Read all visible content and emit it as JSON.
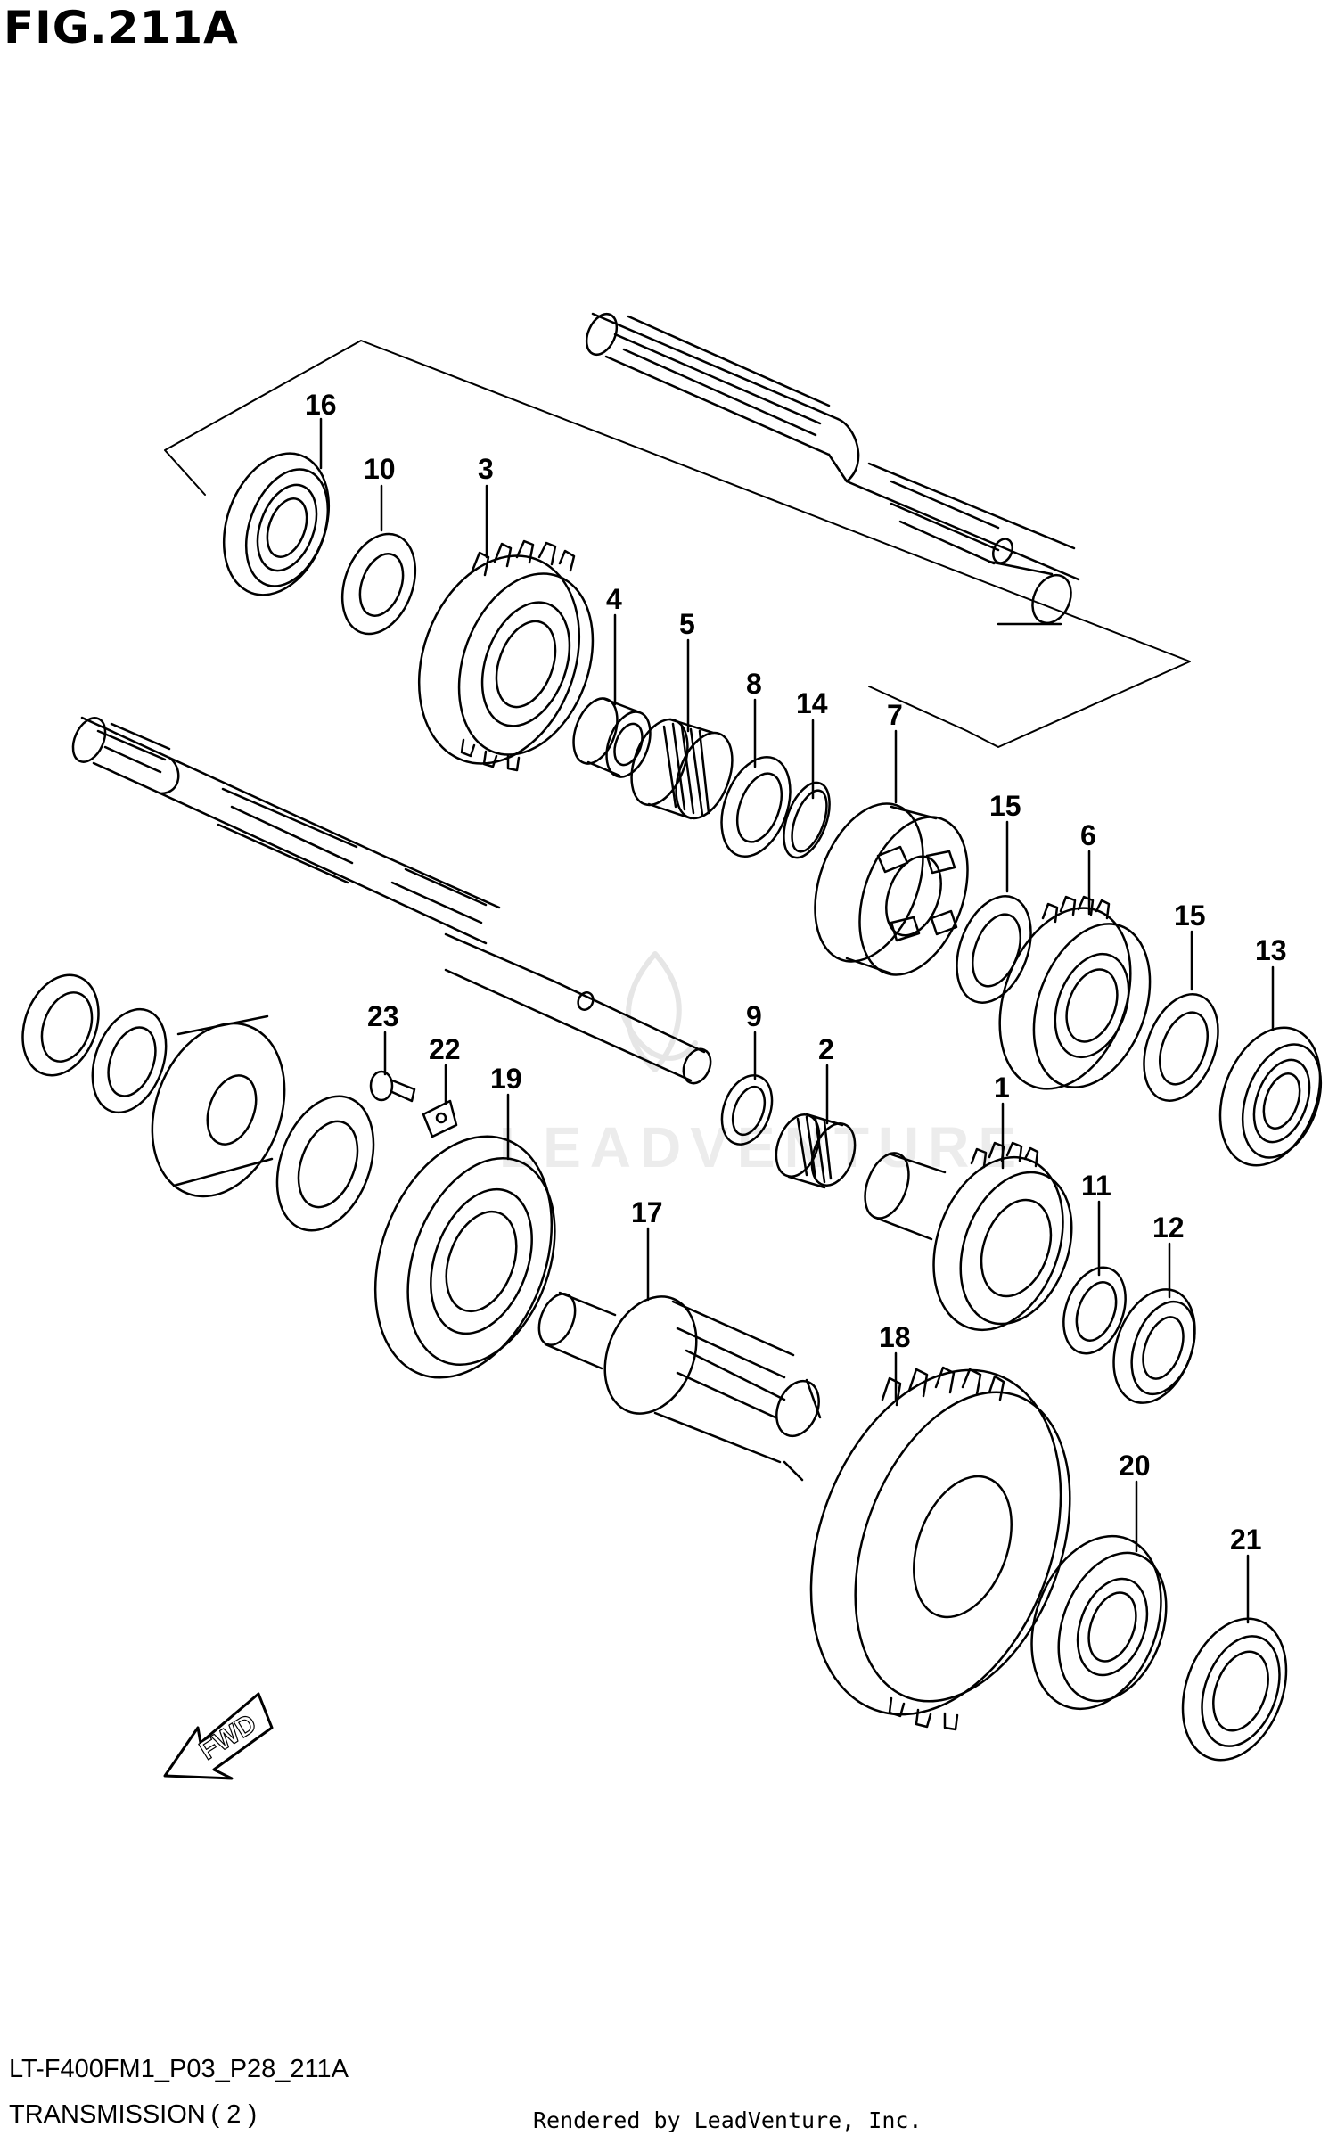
{
  "figure": {
    "title": "FIG.211A",
    "model_code": "LT-F400FM1_P03_P28_211A",
    "section_title": "TRANSMISSION ( 2 )",
    "rendered_by": "Rendered by LeadVenture, Inc.",
    "watermark": "LEADVENTURE",
    "fwd_arrow_label": "FWD"
  },
  "callouts": [
    {
      "id": "16",
      "label": "16"
    },
    {
      "id": "10",
      "label": "10"
    },
    {
      "id": "3",
      "label": "3"
    },
    {
      "id": "4",
      "label": "4"
    },
    {
      "id": "5",
      "label": "5"
    },
    {
      "id": "8",
      "label": "8"
    },
    {
      "id": "14",
      "label": "14"
    },
    {
      "id": "7",
      "label": "7"
    },
    {
      "id": "15a",
      "label": "15"
    },
    {
      "id": "6",
      "label": "6"
    },
    {
      "id": "15b",
      "label": "15"
    },
    {
      "id": "13",
      "label": "13"
    },
    {
      "id": "23",
      "label": "23"
    },
    {
      "id": "22",
      "label": "22"
    },
    {
      "id": "19",
      "label": "19"
    },
    {
      "id": "9",
      "label": "9"
    },
    {
      "id": "2",
      "label": "2"
    },
    {
      "id": "1",
      "label": "1"
    },
    {
      "id": "17",
      "label": "17"
    },
    {
      "id": "11",
      "label": "11"
    },
    {
      "id": "12",
      "label": "12"
    },
    {
      "id": "18",
      "label": "18"
    },
    {
      "id": "20",
      "label": "20"
    },
    {
      "id": "21",
      "label": "21"
    }
  ],
  "colors": {
    "line": "#000000",
    "background": "#ffffff",
    "watermark": "#ececec"
  }
}
